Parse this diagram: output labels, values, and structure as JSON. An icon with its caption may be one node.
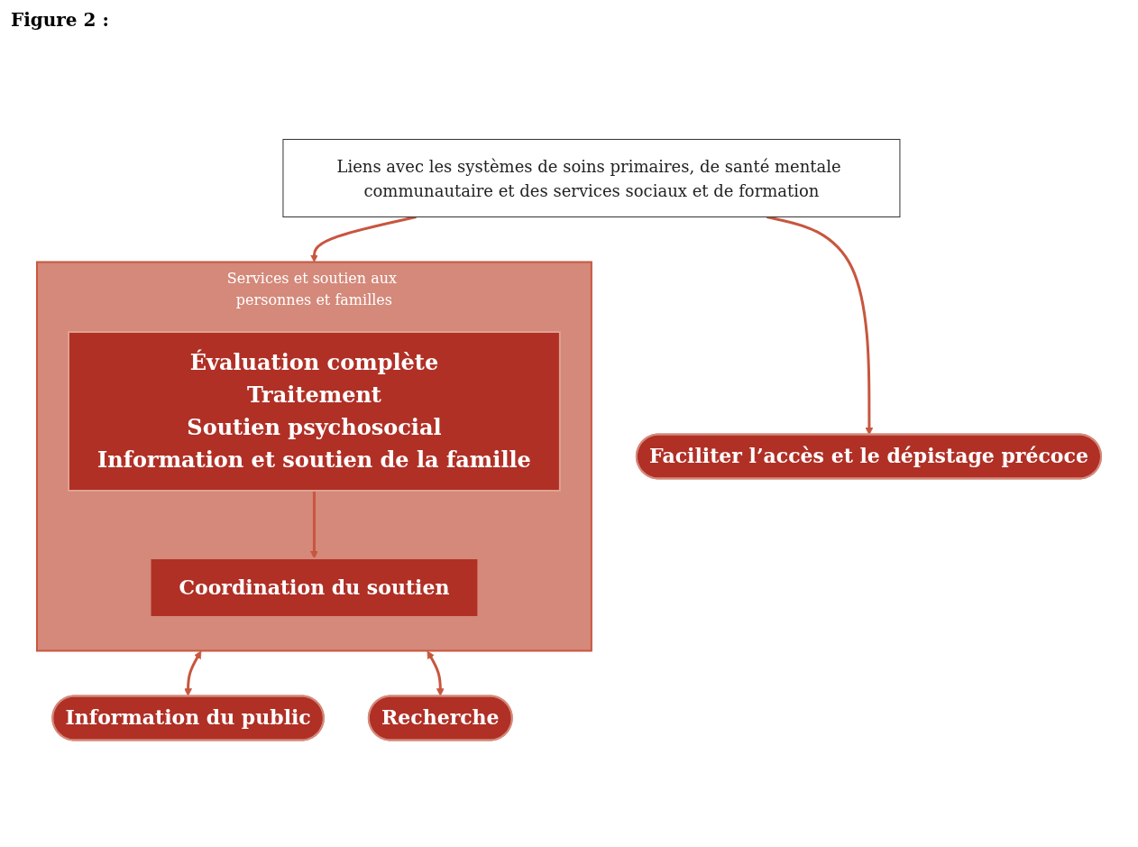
{
  "diagram": {
    "title": "Figure 2 :",
    "nodes": [
      {
        "text": [
          "Faciliter l’accès et le dépistage précoce"
        ]
      },
      {
        "text": [
          "Liens avec les systèmes de soins primaires, de santé mentale communautaire et des services sociaux et de formation"
        ]
      },
      {
        "text": [
          "Services et soutien aux personnes et familles"
        ]
      },
      {
        "text": [
          "Évaluation complète",
          "Traitement",
          "Soutien psychosocial",
          "Information et soutien de la famille"
        ],
        "in": 2
      },
      {
        "text": [
          "Coordination du soutien"
        ],
        "in": 2
      },
      {
        "text": [
          "Information du public"
        ]
      },
      {
        "text": [
          "Recherche"
        ]
      }
    ],
    "edges": [
      {
        "from": 1,
        "to": 0,
        "arrow": "to"
      },
      {
        "from": 1,
        "to": 2,
        "arrow": "to"
      },
      {
        "from": 3,
        "to": 4,
        "arrow": "to"
      },
      {
        "from": 2,
        "to": 5,
        "arrow": "both"
      },
      {
        "from": 2,
        "to": 6,
        "arrow": "both"
      }
    ]
  }
}
